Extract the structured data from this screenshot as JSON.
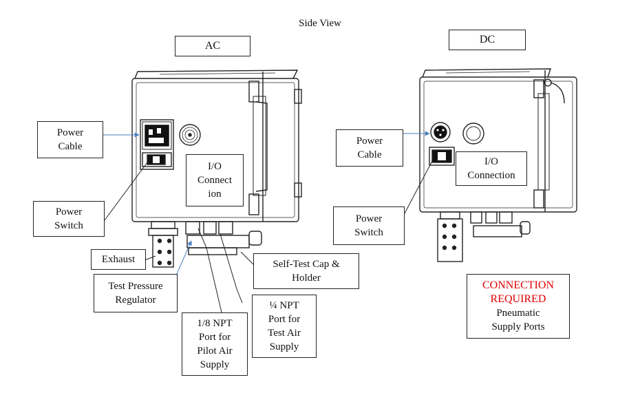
{
  "title": "Side View",
  "ac": {
    "heading": "AC",
    "labels": {
      "power_cable": [
        "Power",
        "Cable"
      ],
      "power_switch": [
        "Power",
        "Switch"
      ],
      "exhaust": "Exhaust",
      "test_pressure_regulator": [
        "Test Pressure",
        "Regulator"
      ],
      "io_connection": [
        "I/O",
        "Connect",
        "ion"
      ],
      "self_test_cap": [
        "Self-Test Cap &",
        "Holder"
      ],
      "npt_18": [
        "1/8 NPT",
        "Port for",
        "Pilot Air",
        "Supply"
      ],
      "npt_14": [
        "¼ NPT",
        "Port for",
        "Test Air",
        "Supply"
      ]
    }
  },
  "dc": {
    "heading": "DC",
    "labels": {
      "power_cable": [
        "Power",
        "Cable"
      ],
      "power_switch": [
        "Power",
        "Switch"
      ],
      "io_connection": [
        "I/O",
        "Connection"
      ]
    },
    "notice": {
      "required_line1": "CONNECTION",
      "required_line2": "REQUIRED",
      "desc_line1": "Pneumatic",
      "desc_line2": "Supply Ports"
    }
  },
  "colors": {
    "arrow": "#4a7fc0",
    "required": "#e00000",
    "outline": "#222222"
  }
}
